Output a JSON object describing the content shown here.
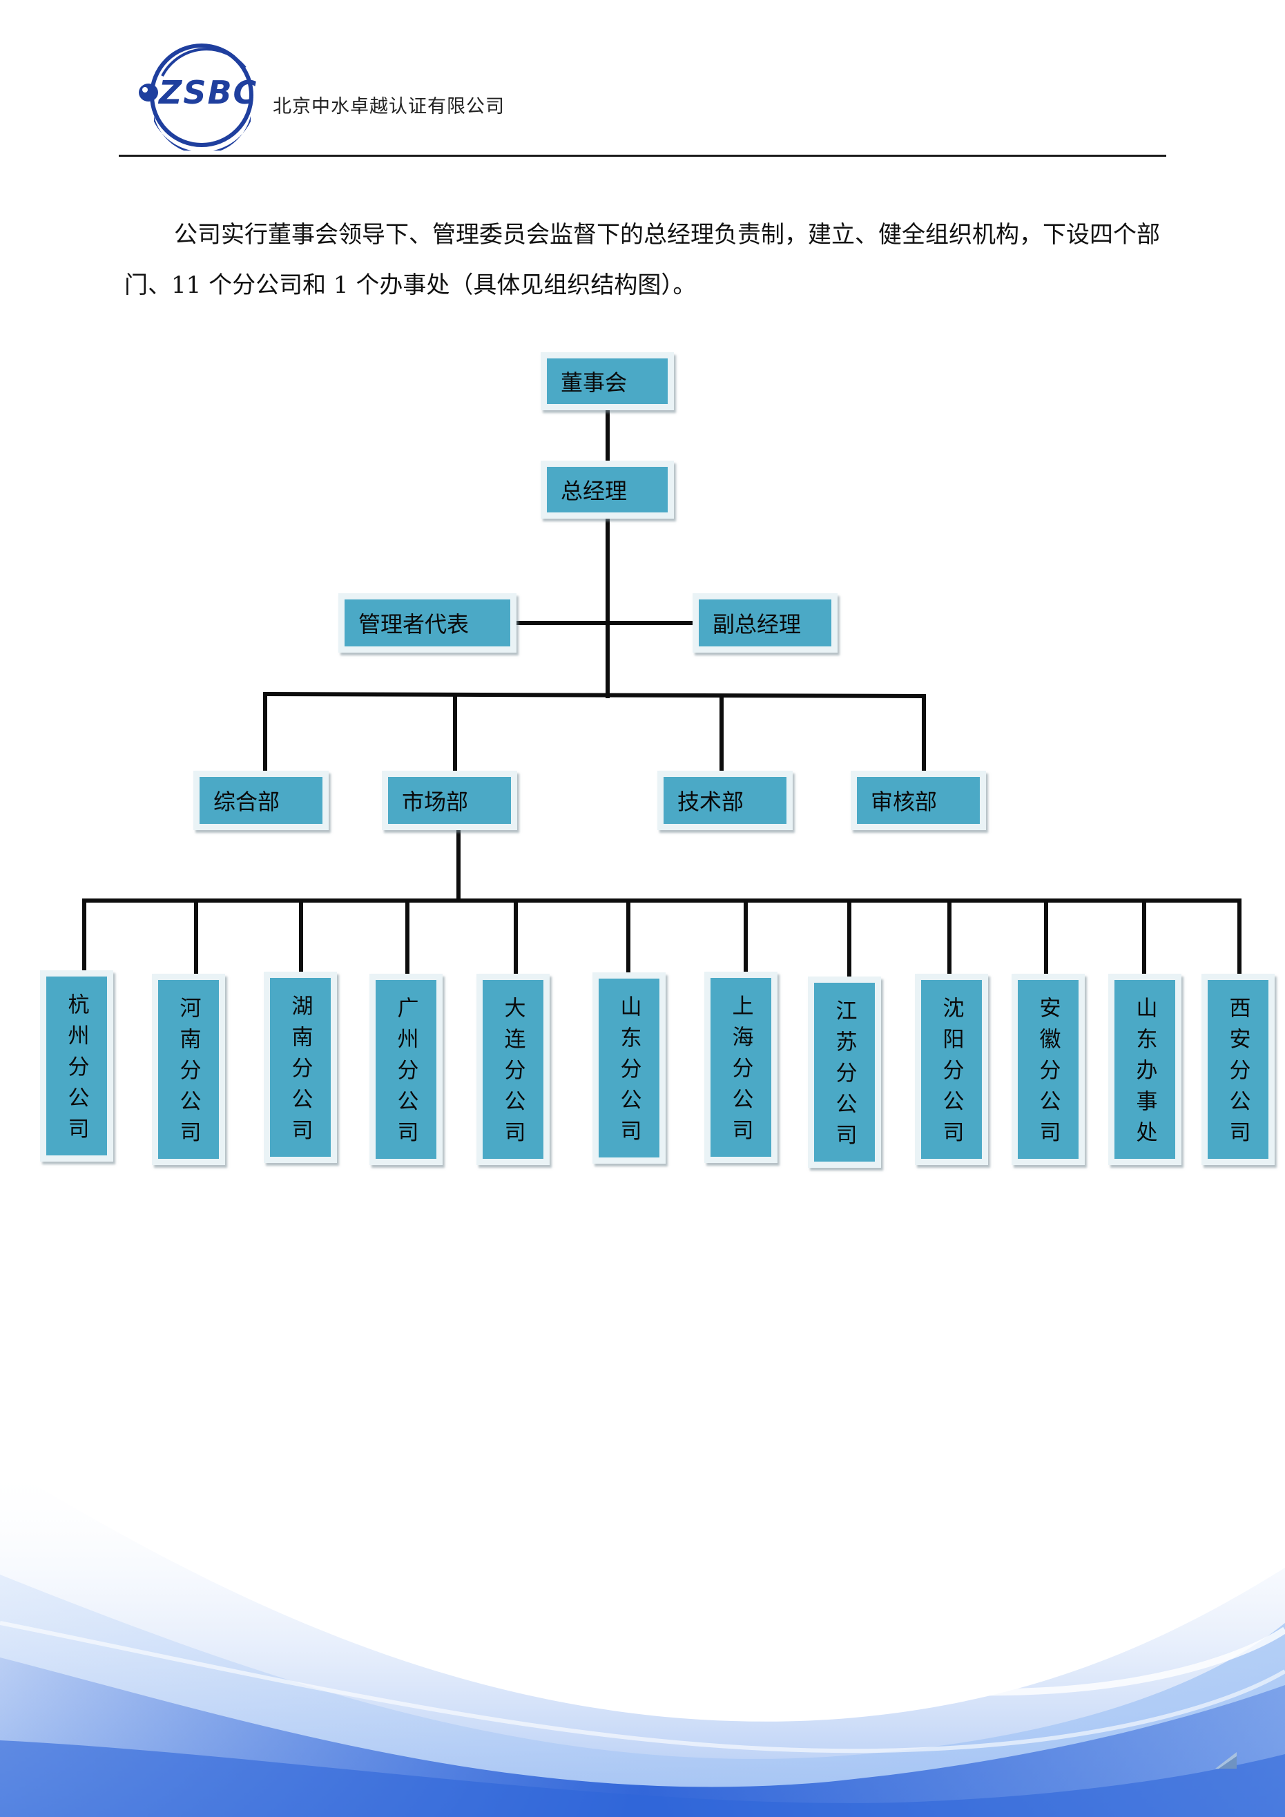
{
  "header": {
    "logo_text": "ZSBC",
    "company_name": "北京中水卓越认证有限公司"
  },
  "intro": {
    "text": "公司实行董事会领导下、管理委员会监督下的总经理负责制，建立、健全组织机构，下设四个部门、11 个分公司和 1 个办事处（具体见组织结构图）。"
  },
  "org_chart": {
    "top": {
      "board": "董事会",
      "general_manager": "总经理"
    },
    "aides": {
      "management_rep": "管理者代表",
      "deputy_gm": "副总经理"
    },
    "departments": [
      "综合部",
      "市场部",
      "技术部",
      "审核部"
    ],
    "branches": [
      "杭州分公司",
      "河南分公司",
      "湖南分公司",
      "广州分公司",
      "大连分公司",
      "山东分公司",
      "上海分公司",
      "江苏分公司",
      "沈阳分公司",
      "安徽分公司",
      "山东办事处",
      "西安分公司"
    ]
  },
  "colors": {
    "node_fill": "#4ba9c6",
    "node_frame": "#eaf3f6",
    "connector": "#0d0d0d",
    "wave": "#2a6fe0"
  }
}
